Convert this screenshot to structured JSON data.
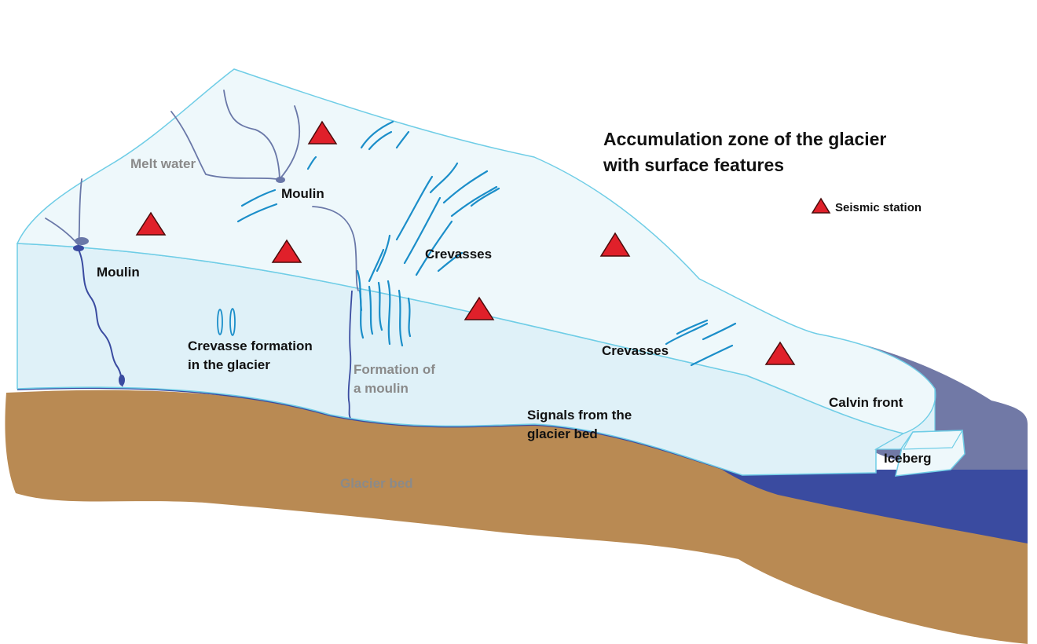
{
  "title": {
    "line1": "Accumulation zone of the glacier",
    "line2": "with surface features"
  },
  "legend": {
    "seismic_station": "Seismic station",
    "marker_color": "#e0202a"
  },
  "labels": {
    "melt_water": "Melt water",
    "moulin_top": "Moulin",
    "moulin_left": "Moulin",
    "crevasses_upper": "Crevasses",
    "crevasses_lower": "Crevasses",
    "crevasse_formation_1": "Crevasse formation",
    "crevasse_formation_2": "in the glacier",
    "formation_moulin_1": "Formation of",
    "formation_moulin_2": "a moulin",
    "signals_1": "Signals from the",
    "signals_2": "glacier bed",
    "calvin_front": "Calvin front",
    "iceberg": "Iceberg",
    "glacier_bed": "Glacier bed"
  },
  "colors": {
    "ice_surface": "#eef8fb",
    "ice_side": "#dff1f8",
    "ice_outline": "#6fcde6",
    "bedrock": "#b98a53",
    "water": "#3a4ba0",
    "water_top": "#7179a6",
    "crevasse": "#1b8ec9",
    "meltwater": "#6a78a8",
    "seismic_station": "#e0202a"
  }
}
